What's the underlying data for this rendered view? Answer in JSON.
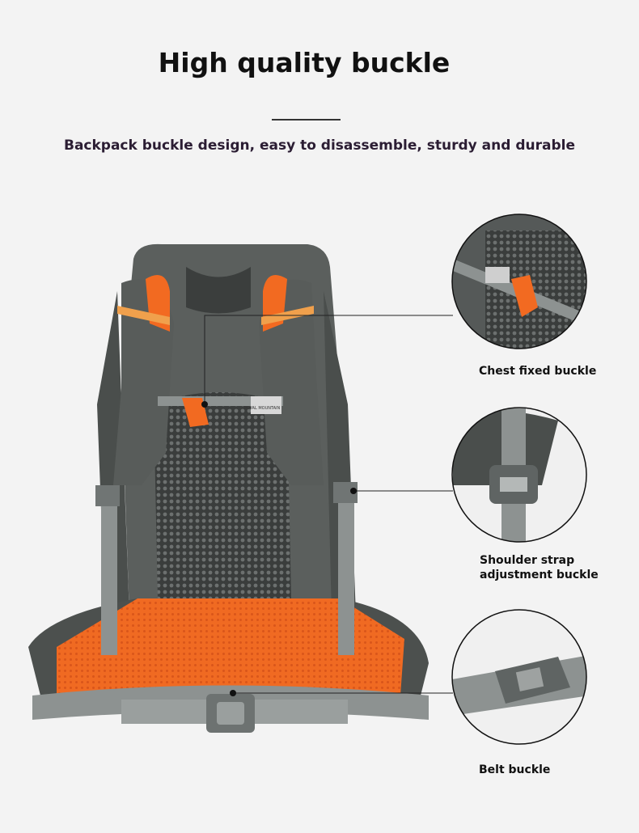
{
  "heading": {
    "title": "High quality buckle",
    "subtitle": "Backpack buckle design, easy to disassemble, sturdy and durable"
  },
  "product": {
    "logo_text": "ROYAL MOUNTAIN",
    "colors": {
      "body": "#5b5f5d",
      "mesh": "#3c3f3e",
      "accent": "#f26a21",
      "strap": "#8d9291"
    }
  },
  "callouts": [
    {
      "label_lines": [
        "Chest fixed buckle"
      ]
    },
    {
      "label_lines": [
        "Shoulder strap",
        "adjustment buckle"
      ]
    },
    {
      "label_lines": [
        "Belt buckle"
      ]
    }
  ]
}
